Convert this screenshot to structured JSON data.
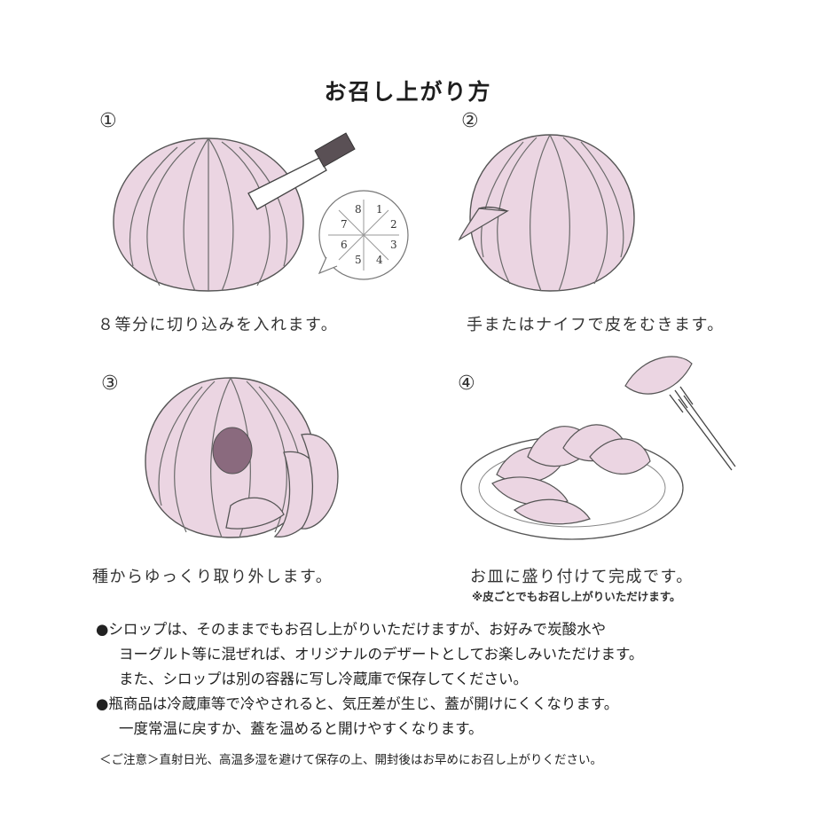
{
  "title": "お召し上がり方",
  "steps": [
    {
      "number": "①",
      "caption": "８等分に切り込みを入れます。"
    },
    {
      "number": "②",
      "caption": "手またはナイフで皮をむきます。"
    },
    {
      "number": "③",
      "caption": "種からゆっくり取り外します。"
    },
    {
      "number": "④",
      "caption": "お皿に盛り付けて完成です。",
      "subcaption": "※皮ごとでもお召し上がりいただけます。"
    }
  ],
  "bubble_numbers": [
    "1",
    "2",
    "3",
    "4",
    "5",
    "6",
    "7",
    "8"
  ],
  "notes": {
    "syrup": {
      "bullet": "●",
      "lines": [
        "シロップは、そのままでもお召し上がりいただけますが、お好みで炭酸水や",
        "ヨーグルト等に混ぜれば、オリジナルのデザートとしてお楽しみいただけます。",
        "また、シロップは別の容器に写し冷蔵庫で保存してください。"
      ]
    },
    "bottle": {
      "bullet": "●",
      "lines": [
        "瓶商品は冷蔵庫等で冷やされると、気圧差が生じ、蓋が開けにくくなります。",
        "一度常温に戻すか、蓋を温めると開けやすくなります。"
      ]
    },
    "caution": "＜ご注意＞直射日光、高温多湿を避けて保存の上、開封後はお早めにお召し上がりください。"
  },
  "colors": {
    "fruit": "#ebd5e2",
    "seed": "#8a6a7e",
    "knife_handle": "#5a5055"
  }
}
